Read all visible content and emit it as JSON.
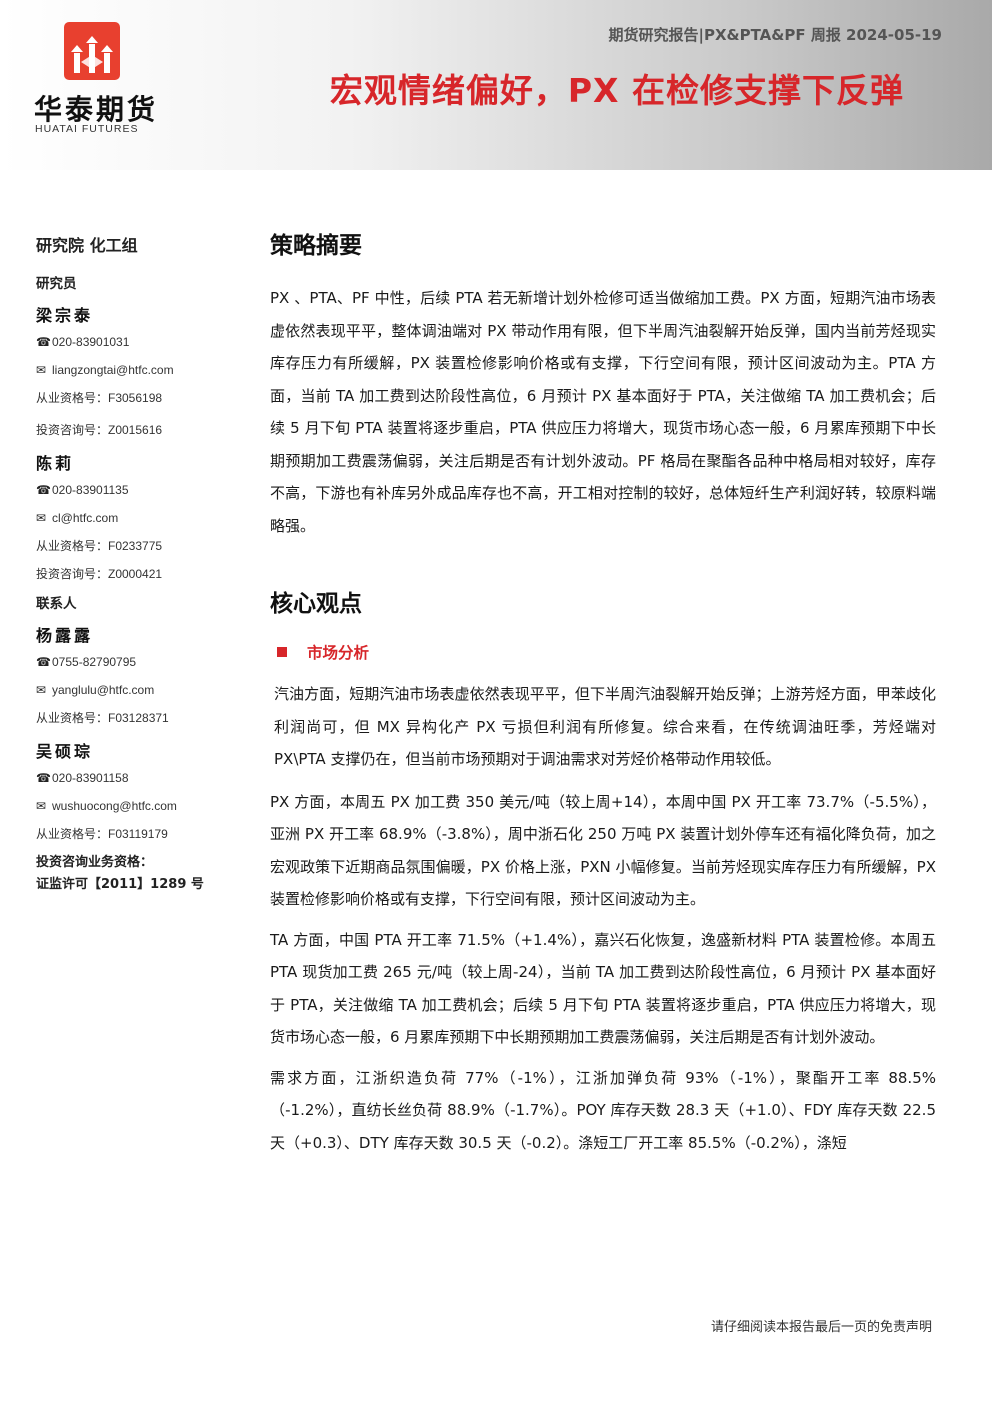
{
  "brand": {
    "name_cn": "华泰期货",
    "name_en": "HUATAI FUTURES",
    "logo_color": "#e8402f"
  },
  "header": {
    "report_tag": "期货研究报告|PX&PTA&PF 周报 2024-05-19",
    "title": "宏观情绪偏好，PX 在检修支撑下反弹",
    "title_color": "#d7262a"
  },
  "sidebar": {
    "dept": "研究院 化工组",
    "researcher_label": "研究员",
    "researchers": [
      {
        "name": "梁宗泰",
        "phone": "020-83901031",
        "email": "liangzongtai@htfc.com",
        "qual": "从业资格号：F3056198",
        "invest": "投资咨询号：Z0015616"
      },
      {
        "name": "陈莉",
        "phone": "020-83901135",
        "email": "cl@htfc.com",
        "qual": "从业资格号：F0233775",
        "invest": "投资咨询号：Z0000421"
      }
    ],
    "contact_label": "联系人",
    "contacts": [
      {
        "name": "杨露露",
        "phone": "0755-82790795",
        "email": "yanglulu@htfc.com",
        "qual": "从业资格号：F03128371"
      },
      {
        "name": "吴硕琮",
        "phone": "020-83901158",
        "email": "wushuocong@htfc.com",
        "qual": "从业资格号：F03119179"
      }
    ],
    "license_line1": "投资咨询业务资格：",
    "license_line2": "证监许可【2011】1289 号",
    "phone_icon": "☎",
    "mail_icon": "✉"
  },
  "sections": {
    "summary_title": "策略摘要",
    "summary_text": "PX 、PTA、PF 中性，后续 PTA 若无新增计划外检修可适当做缩加工费。PX 方面，短期汽油市场表虚依然表现平平，整体调油端对 PX 带动作用有限，但下半周汽油裂解开始反弹，国内当前芳烃现实库存压力有所缓解，PX 装置检修影响价格或有支撑，下行空间有限，预计区间波动为主。PTA 方面，当前 TA 加工费到达阶段性高位，6 月预计 PX 基本面好于 PTA，关注做缩 TA 加工费机会；后续 5 月下旬 PTA 装置将逐步重启，PTA 供应压力将增大，现货市场心态一般，6 月累库预期下中长期预期加工费震荡偏弱，关注后期是否有计划外波动。PF 格局在聚酯各品种中格局相对较好，库存不高，下游也有补库另外成品库存也不高，开工相对控制的较好，总体短纤生产利润好转，较原料端略强。",
    "core_title": "核心观点",
    "market_label": "市场分析",
    "p1": "汽油方面，短期汽油市场表虚依然表现平平，但下半周汽油裂解开始反弹；上游芳烃方面，甲苯歧化利润尚可，但 MX 异构化产 PX 亏损但利润有所修复。综合来看，在传统调油旺季，芳烃端对 PX\\PTA 支撑仍在，但当前市场预期对于调油需求对芳烃价格带动作用较低。",
    "p2": "PX 方面，本周五 PX 加工费 350 美元/吨（较上周+14），本周中国 PX 开工率 73.7%（-5.5%），亚洲 PX 开工率 68.9%（-3.8%），周中浙石化 250 万吨 PX 装置计划外停车还有福化降负荷，加之宏观政策下近期商品氛围偏暖，PX 价格上涨，PXN 小幅修复。当前芳烃现实库存压力有所缓解，PX 装置检修影响价格或有支撑，下行空间有限，预计区间波动为主。",
    "p3": "TA 方面，中国 PTA 开工率 71.5%（+1.4%），嘉兴石化恢复，逸盛新材料 PTA 装置检修。本周五 PTA 现货加工费 265 元/吨（较上周-24），当前 TA 加工费到达阶段性高位，6 月预计 PX 基本面好于 PTA，关注做缩 TA 加工费机会；后续 5 月下旬 PTA 装置将逐步重启，PTA 供应压力将增大，现货市场心态一般，6 月累库预期下中长期预期加工费震荡偏弱，关注后期是否有计划外波动。",
    "p4": "需求方面，江浙织造负荷 77%（-1%），江浙加弹负荷 93%（-1%），聚酯开工率 88.5%（-1.2%），直纺长丝负荷 88.9%（-1.7%）。POY 库存天数 28.3 天（+1.0）、FDY 库存天数 22.5 天（+0.3）、DTY 库存天数 30.5 天（-0.2）。涤短工厂开工率 85.5%（-0.2%），涤短"
  },
  "footer": {
    "disclaimer": "请仔细阅读本报告最后一页的免责声明"
  }
}
